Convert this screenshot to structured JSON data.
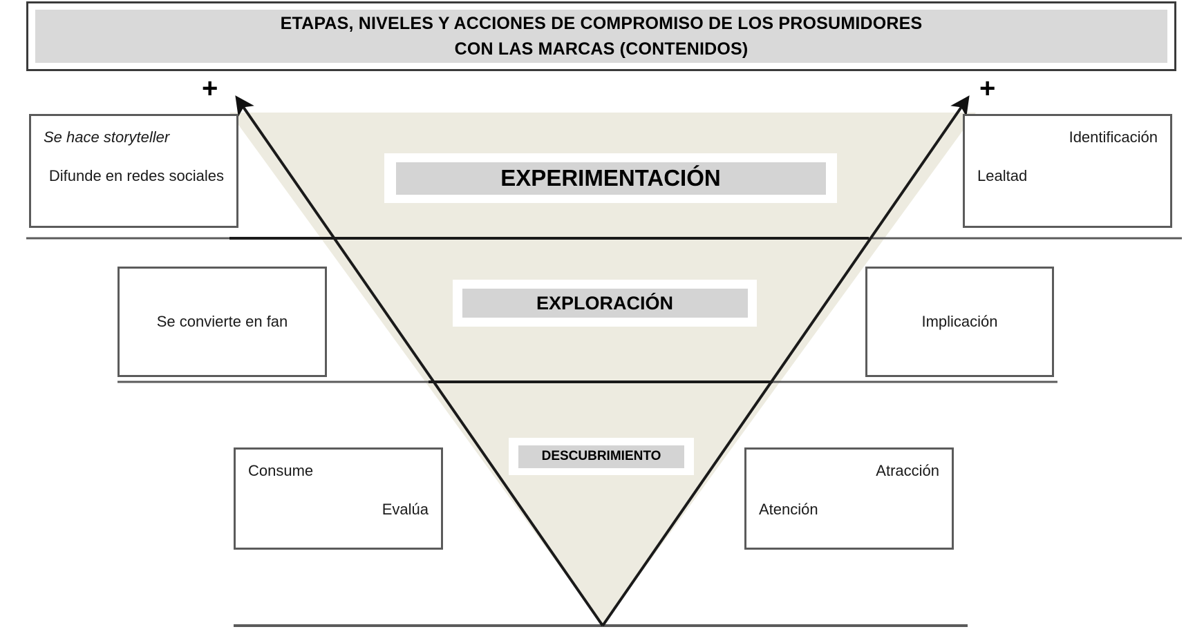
{
  "title": {
    "text": "ETAPAS, NIVELES Y ACCIONES DE COMPROMISO DE LOS PROSUMIDORES\nCON LAS MARCAS (CONTENIDOS)"
  },
  "markers": {
    "plus_left": "+",
    "plus_right": "+"
  },
  "funnel": {
    "stages": [
      {
        "label": "EXPERIMENTACIÓN"
      },
      {
        "label": "EXPLORACIÓN"
      },
      {
        "label": "DESCUBRIMIENTO"
      }
    ]
  },
  "actions": {
    "top": {
      "line1": "Se hace storyteller",
      "line2": "Difunde en redes sociales"
    },
    "middle": {
      "line1": "Se convierte en fan"
    },
    "bottom": {
      "line1": "Consume",
      "line2": "Evalúa"
    }
  },
  "levels": {
    "top": {
      "line1": "Identificación",
      "line2": "Lealtad"
    },
    "middle": {
      "line1": "Implicación"
    },
    "bottom": {
      "line1": "Atracción",
      "line2": "Atención"
    }
  },
  "colors": {
    "funnel_fill": "#edebe0",
    "banner_gray": "#d9d9d9",
    "plate_gray": "#d4d4d4",
    "stroke_dark": "#1a1a1a",
    "box_border": "#5b5b5b",
    "divider": "#5b5b5b"
  }
}
